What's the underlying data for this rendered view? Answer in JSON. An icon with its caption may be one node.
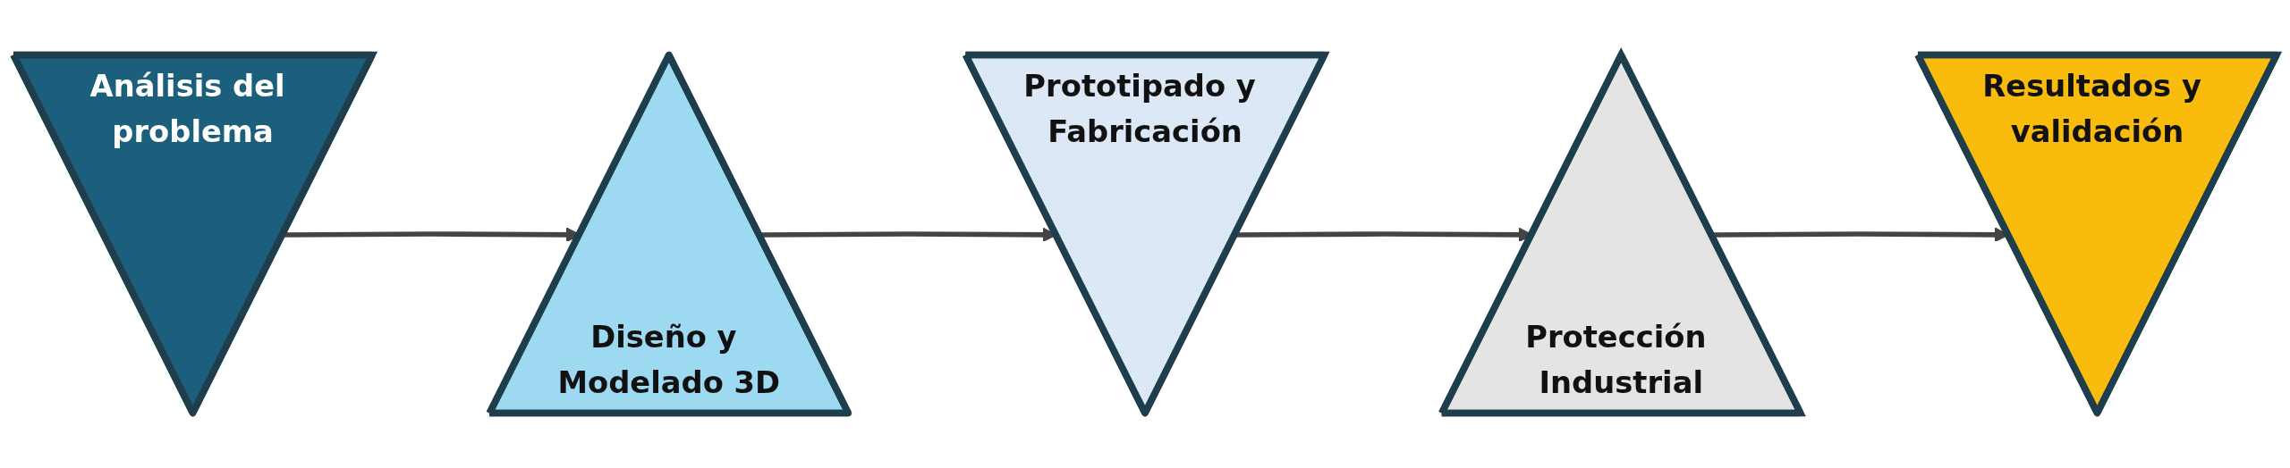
{
  "diagram": {
    "nodes": [
      {
        "text": [
          "Análisis del problema"
        ]
      },
      {
        "text": [
          "Diseño y Modelado 3D"
        ]
      },
      {
        "text": [
          "Prototipado y Fabricación"
        ]
      },
      {
        "text": [
          "Protección Industrial"
        ]
      },
      {
        "text": [
          "Resultados y validación"
        ]
      }
    ],
    "edges": [
      {
        "from": 0,
        "to": 1,
        "arrow": "to"
      },
      {
        "from": 1,
        "to": 2,
        "arrow": "to"
      },
      {
        "from": 2,
        "to": 3,
        "arrow": "to"
      },
      {
        "from": 3,
        "to": 4,
        "arrow": "to"
      }
    ]
  }
}
